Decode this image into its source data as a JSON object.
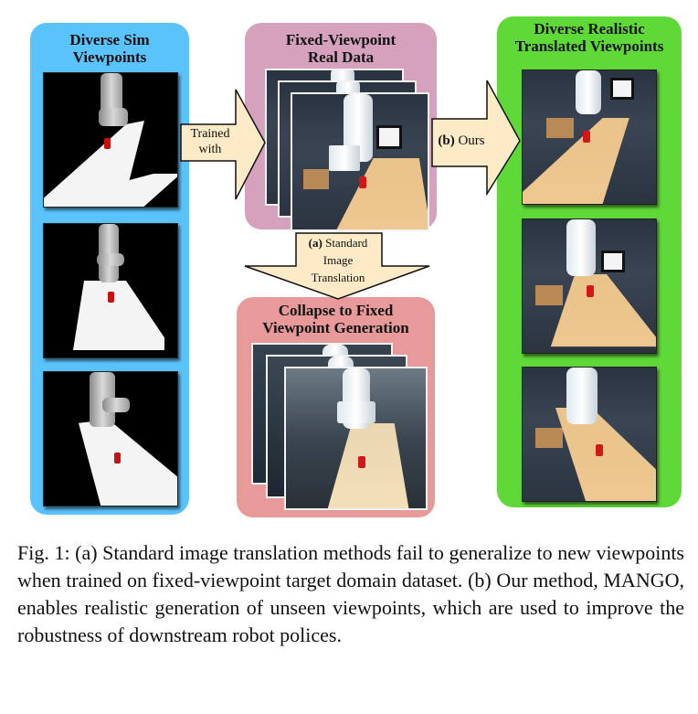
{
  "figure": {
    "panels": {
      "sim": {
        "title_line1": "Diverse Sim",
        "title_line2": "Viewpoints",
        "color": "#5bc3fb"
      },
      "real": {
        "title_line1": "Fixed-Viewpoint",
        "title_line2": "Real Data",
        "color": "#d6a1bd"
      },
      "collapse": {
        "title_line1": "Collapse to Fixed",
        "title_line2": "Viewpoint Generation",
        "color": "#e89a9a"
      },
      "ours": {
        "title_line1": "Diverse Realistic",
        "title_line2": "Translated Viewpoints",
        "color": "#5fd938"
      }
    },
    "arrows": {
      "trained_with": {
        "line1": "Trained",
        "line2": "with"
      },
      "ours": {
        "label_bold": "(b)",
        "label_rest": " Ours"
      },
      "standard": {
        "label_bold": "(a)",
        "line1_rest": " Standard",
        "line2": "Image",
        "line3": "Translation"
      },
      "fill_color": "#fdebc8"
    }
  },
  "caption": {
    "text": "Fig. 1: (a) Standard image translation methods fail to generalize to new viewpoints when trained on fixed-viewpoint target domain dataset. (b) Our method, MANGO, enables realistic generation of unseen viewpoints, which are used to improve the robustness of downstream robot polices."
  }
}
